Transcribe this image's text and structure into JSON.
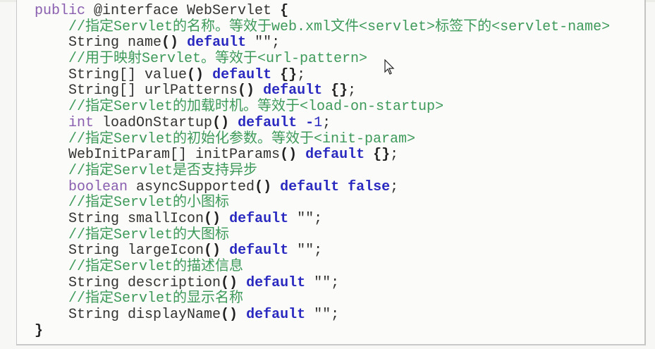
{
  "colors": {
    "keyword": "#2a2ac0",
    "modifier": "#8a5fb0",
    "comment": "#3e9a5a",
    "plain": "#333333"
  },
  "lines": [
    [
      [
        "mod",
        "public"
      ],
      [
        "pl",
        " @interface WebServlet "
      ],
      [
        "pn",
        "{"
      ]
    ],
    [
      [
        "pl",
        "    "
      ],
      [
        "cm",
        "//指定Servlet的名称。等效于web.xml文件<servlet>标签下的<servlet-name>"
      ]
    ],
    [
      [
        "pl",
        "    String name"
      ],
      [
        "pn",
        "()"
      ],
      [
        "pl",
        " "
      ],
      [
        "kw",
        "default"
      ],
      [
        "pl",
        " \"\";"
      ]
    ],
    [
      [
        "pl",
        "    "
      ],
      [
        "cm",
        "//用于映射Servlet。等效于<url-pattern>"
      ]
    ],
    [
      [
        "pl",
        "    String[] value"
      ],
      [
        "pn",
        "()"
      ],
      [
        "pl",
        " "
      ],
      [
        "kw",
        "default"
      ],
      [
        "pl",
        " "
      ],
      [
        "pn",
        "{}"
      ],
      [
        "pl",
        ";"
      ]
    ],
    [
      [
        "pl",
        "    String[] urlPatterns"
      ],
      [
        "pn",
        "()"
      ],
      [
        "pl",
        " "
      ],
      [
        "kw",
        "default"
      ],
      [
        "pl",
        " "
      ],
      [
        "pn",
        "{}"
      ],
      [
        "pl",
        ";"
      ]
    ],
    [
      [
        "pl",
        "    "
      ],
      [
        "cm",
        "//指定Servlet的加载时机。等效于<load-on-startup>"
      ]
    ],
    [
      [
        "pl",
        "    "
      ],
      [
        "prim",
        "int"
      ],
      [
        "pl",
        " loadOnStartup"
      ],
      [
        "pn",
        "()"
      ],
      [
        "pl",
        " "
      ],
      [
        "kw",
        "default"
      ],
      [
        "pl",
        " "
      ],
      [
        "kw",
        "-"
      ],
      [
        "num",
        "1"
      ],
      [
        "pl",
        ";"
      ]
    ],
    [
      [
        "pl",
        "    "
      ],
      [
        "cm",
        "//指定Servlet的初始化参数。等效于<init-param>"
      ]
    ],
    [
      [
        "pl",
        "    WebInitParam[] initParams"
      ],
      [
        "pn",
        "()"
      ],
      [
        "pl",
        " "
      ],
      [
        "kw",
        "default"
      ],
      [
        "pl",
        " "
      ],
      [
        "pn",
        "{}"
      ],
      [
        "pl",
        ";"
      ]
    ],
    [
      [
        "pl",
        "    "
      ],
      [
        "cm",
        "//指定Servlet是否支持异步"
      ]
    ],
    [
      [
        "pl",
        "    "
      ],
      [
        "prim",
        "boolean"
      ],
      [
        "pl",
        " asyncSupported"
      ],
      [
        "pn",
        "()"
      ],
      [
        "pl",
        " "
      ],
      [
        "kw",
        "default"
      ],
      [
        "pl",
        " "
      ],
      [
        "kw",
        "false"
      ],
      [
        "pl",
        ";"
      ]
    ],
    [
      [
        "pl",
        "    "
      ],
      [
        "cm",
        "//指定Servlet的小图标"
      ]
    ],
    [
      [
        "pl",
        "    String smallIcon"
      ],
      [
        "pn",
        "()"
      ],
      [
        "pl",
        " "
      ],
      [
        "kw",
        "default"
      ],
      [
        "pl",
        " \"\";"
      ]
    ],
    [
      [
        "pl",
        "    "
      ],
      [
        "cm",
        "//指定Servlet的大图标"
      ]
    ],
    [
      [
        "pl",
        "    String largeIcon"
      ],
      [
        "pn",
        "()"
      ],
      [
        "pl",
        " "
      ],
      [
        "kw",
        "default"
      ],
      [
        "pl",
        " \"\";"
      ]
    ],
    [
      [
        "pl",
        "    "
      ],
      [
        "cm",
        "//指定Servlet的描述信息"
      ]
    ],
    [
      [
        "pl",
        "    String description"
      ],
      [
        "pn",
        "()"
      ],
      [
        "pl",
        " "
      ],
      [
        "kw",
        "default"
      ],
      [
        "pl",
        " \"\";"
      ]
    ],
    [
      [
        "pl",
        "    "
      ],
      [
        "cm",
        "//指定Servlet的显示名称"
      ]
    ],
    [
      [
        "pl",
        "    String displayName"
      ],
      [
        "pn",
        "()"
      ],
      [
        "pl",
        " "
      ],
      [
        "kw",
        "default"
      ],
      [
        "pl",
        " \"\";"
      ]
    ],
    [
      [
        "pn",
        "}"
      ]
    ]
  ]
}
